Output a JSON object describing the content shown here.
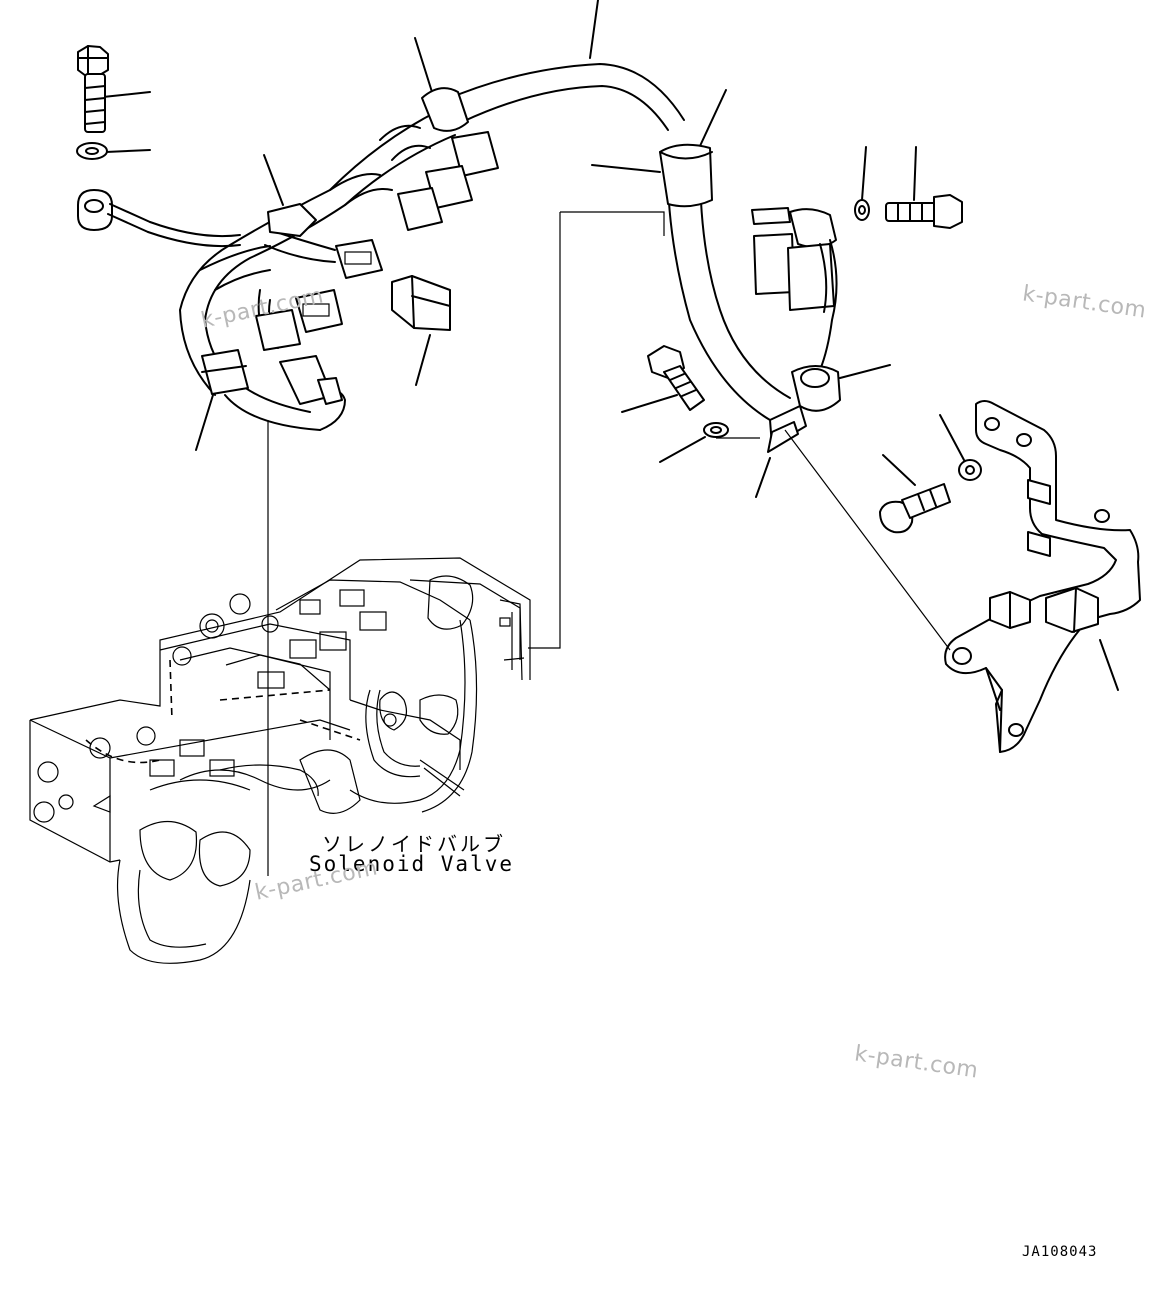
{
  "caption": {
    "jp": "ソレノイドバルブ",
    "en": "Solenoid Valve"
  },
  "drawing_code": "JA108043",
  "watermarks": [
    "k-part.com",
    "k-part.com",
    "k-part.com",
    "k-part.com"
  ]
}
